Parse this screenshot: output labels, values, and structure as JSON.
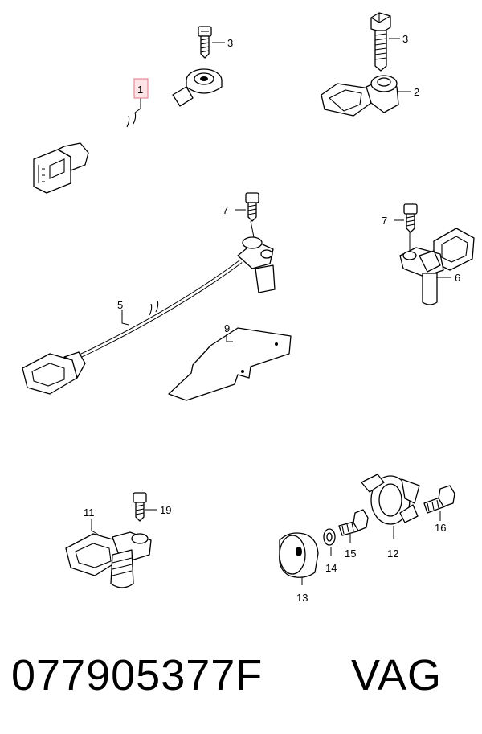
{
  "diagram": {
    "callouts": {
      "c1": "1",
      "c2": "2",
      "c3a": "3",
      "c3b": "3",
      "c5": "5",
      "c6": "6",
      "c7a": "7",
      "c7b": "7",
      "c9": "9",
      "c11": "11",
      "c12": "12",
      "c13": "13",
      "c14": "14",
      "c15": "15",
      "c16": "16",
      "c19": "19"
    },
    "highlighted_callout": "1",
    "highlight_color": "#e58a97"
  },
  "footer": {
    "part_number": "077905377F",
    "brand": "VAG"
  }
}
